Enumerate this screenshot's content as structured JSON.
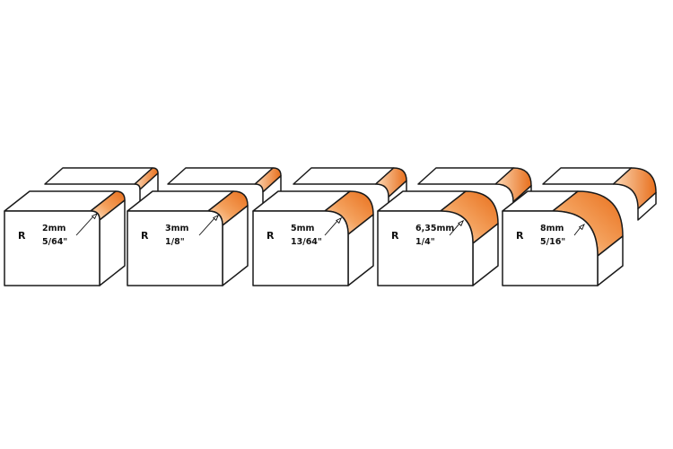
{
  "colors": {
    "accent_light": "#fde8d2",
    "accent": "#f08a38",
    "accent_dark": "#e86f1c",
    "outline": "#1a1a1a",
    "face": "#ffffff"
  },
  "profiles": [
    {
      "prefix": "R",
      "metric": "2mm",
      "imperial": "5/64\"",
      "radius_mm": 2
    },
    {
      "prefix": "R",
      "metric": "3mm",
      "imperial": "1/8\"",
      "radius_mm": 3
    },
    {
      "prefix": "R",
      "metric": "5mm",
      "imperial": "13/64\"",
      "radius_mm": 5
    },
    {
      "prefix": "R",
      "metric": "6,35mm",
      "imperial": "1/4\"",
      "radius_mm": 6.35
    },
    {
      "prefix": "R",
      "metric": "8mm",
      "imperial": "5/16\"",
      "radius_mm": 8
    }
  ]
}
